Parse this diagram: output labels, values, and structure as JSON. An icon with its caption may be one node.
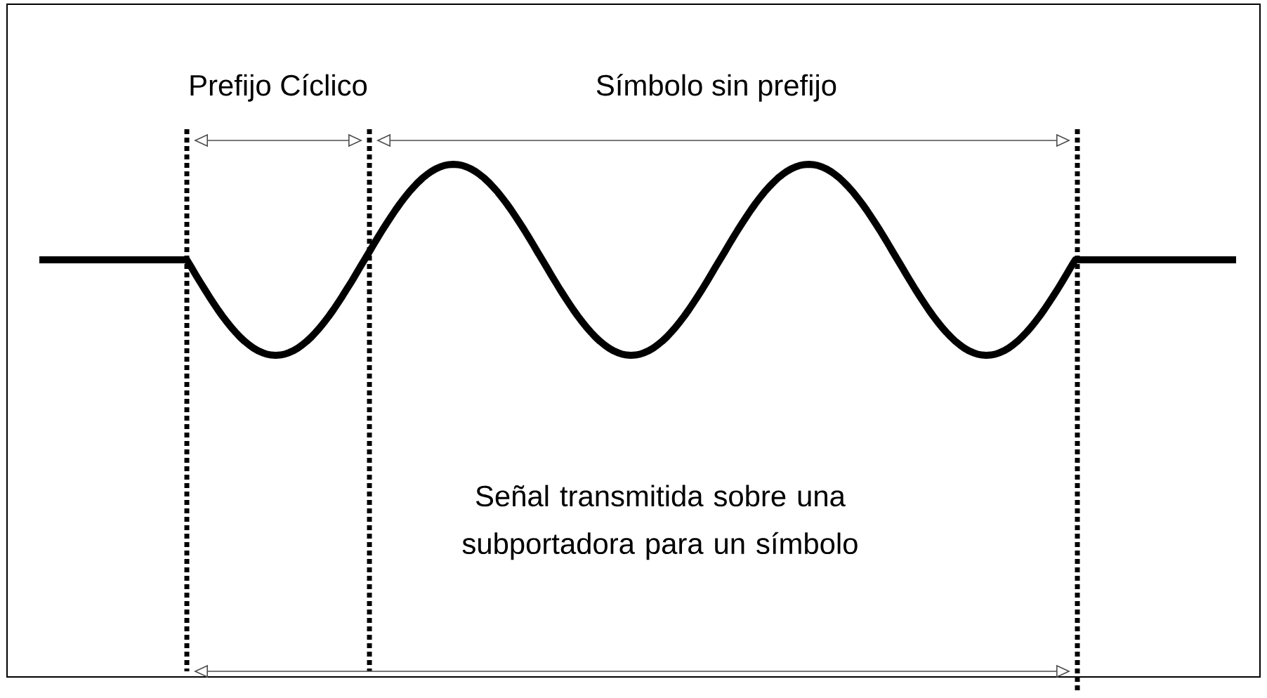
{
  "diagram": {
    "labels": [
      "Prefijo Cíclico",
      "Símbolo sin prefijo",
      "Señal transmitida sobre una subportadora para un símbolo"
    ]
  }
}
